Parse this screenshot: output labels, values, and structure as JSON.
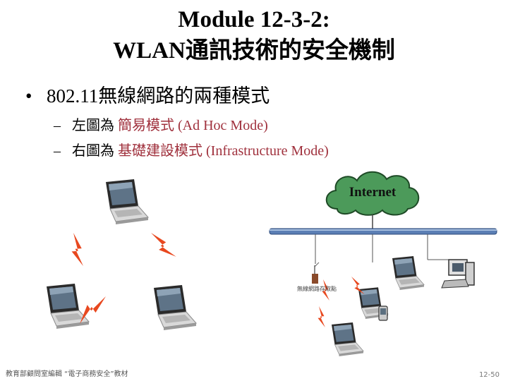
{
  "slide": {
    "title_line1": "Module 12-3-2:",
    "title_line2": "WLAN通訊技術的安全機制",
    "bullet_symbol": "•",
    "bullet_text": "802.11無線網路的兩種模式",
    "sub_items": [
      {
        "dash": "–",
        "prefix": "左圖為 ",
        "mode": "簡易模式",
        "suffix": "  (Ad Hoc Mode)"
      },
      {
        "dash": "–",
        "prefix": "右圖為 ",
        "mode": "基礎建設模式",
        "suffix": "  (Infrastructure Mode)"
      }
    ],
    "footer_left": "教育部顧問室編輯 “電子商務安全”教材",
    "footer_right": "12-50"
  },
  "diagram": {
    "cloud_label": "Internet",
    "ap_label": "無線網路存取點"
  },
  "colors": {
    "mode_text": "#a0313d",
    "cloud_fill": "#4c9a5a",
    "lightning": "#e8481f",
    "backbone": "#5b7fb5"
  },
  "icons": [
    "laptop-icon",
    "lightning-icon",
    "cloud-icon",
    "access-point-icon",
    "desktop-icon",
    "pda-icon"
  ]
}
